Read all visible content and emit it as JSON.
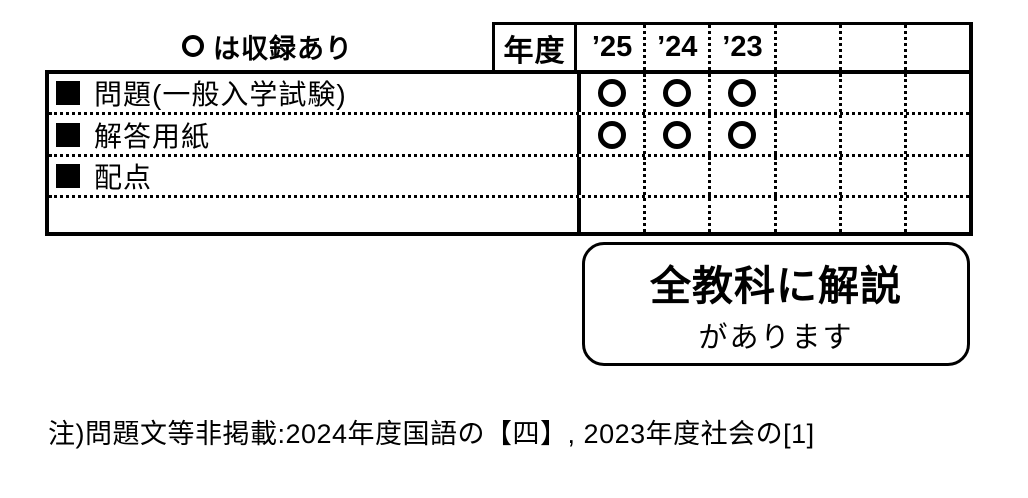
{
  "colors": {
    "ink": "#000000",
    "background": "#ffffff"
  },
  "legend": {
    "text": "は収録あり"
  },
  "table": {
    "year_header_label": "年度",
    "year_columns": [
      "’25",
      "’24",
      "’23",
      "",
      "",
      ""
    ],
    "rows": [
      {
        "label": "問題(一般入学試験)",
        "marks": [
          true,
          true,
          true,
          false,
          false,
          false
        ]
      },
      {
        "label": "解答用紙",
        "marks": [
          true,
          true,
          true,
          false,
          false,
          false
        ]
      },
      {
        "label": "配点",
        "marks": [
          false,
          false,
          false,
          false,
          false,
          false
        ]
      },
      {
        "label": "",
        "marks": [
          false,
          false,
          false,
          false,
          false,
          false
        ]
      }
    ]
  },
  "callout": {
    "title": "全教科に解説",
    "subtitle": "があります"
  },
  "footnote": "注)問題文等非掲載:2024年度国語の【四】, 2023年度社会の[1]"
}
